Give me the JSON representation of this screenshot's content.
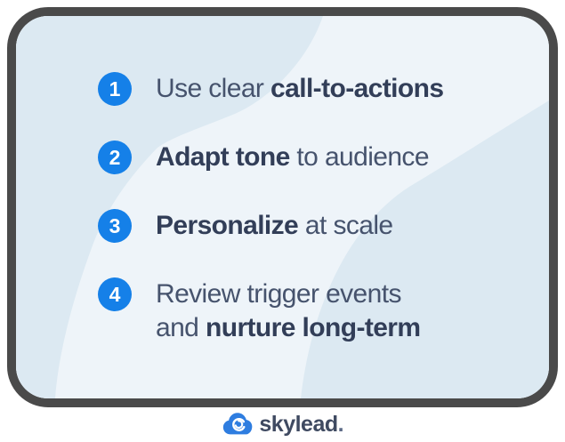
{
  "card": {
    "items": [
      {
        "number": "1",
        "segments": [
          {
            "text": "Use clear ",
            "bold": false
          },
          {
            "text": "call-to-actions",
            "bold": true
          }
        ]
      },
      {
        "number": "2",
        "segments": [
          {
            "text": "Adapt tone",
            "bold": true
          },
          {
            "text": " to audience",
            "bold": false
          }
        ]
      },
      {
        "number": "3",
        "segments": [
          {
            "text": "Personalize",
            "bold": true
          },
          {
            "text": " at scale",
            "bold": false
          }
        ]
      },
      {
        "number": "4",
        "segments": [
          {
            "text": "Review trigger events",
            "bold": false,
            "break_after": true
          },
          {
            "text": "and ",
            "bold": false
          },
          {
            "text": "nurture long-term",
            "bold": true
          }
        ]
      }
    ]
  },
  "footer": {
    "brand_name": "skylead",
    "brand_suffix": ".",
    "logo_icon": "cloud-swirl-icon"
  },
  "colors": {
    "border_color": "#4a4a4a",
    "card_dark": "#dce9f2",
    "card_light": "#eef4f9",
    "badge_blue": "#1580e8",
    "text_regular": "#46536d",
    "text_bold": "#323e58",
    "logo_blue": "#2e7de0",
    "logo_text": "#3f4a61",
    "logo_dot": "#5c6a86"
  }
}
